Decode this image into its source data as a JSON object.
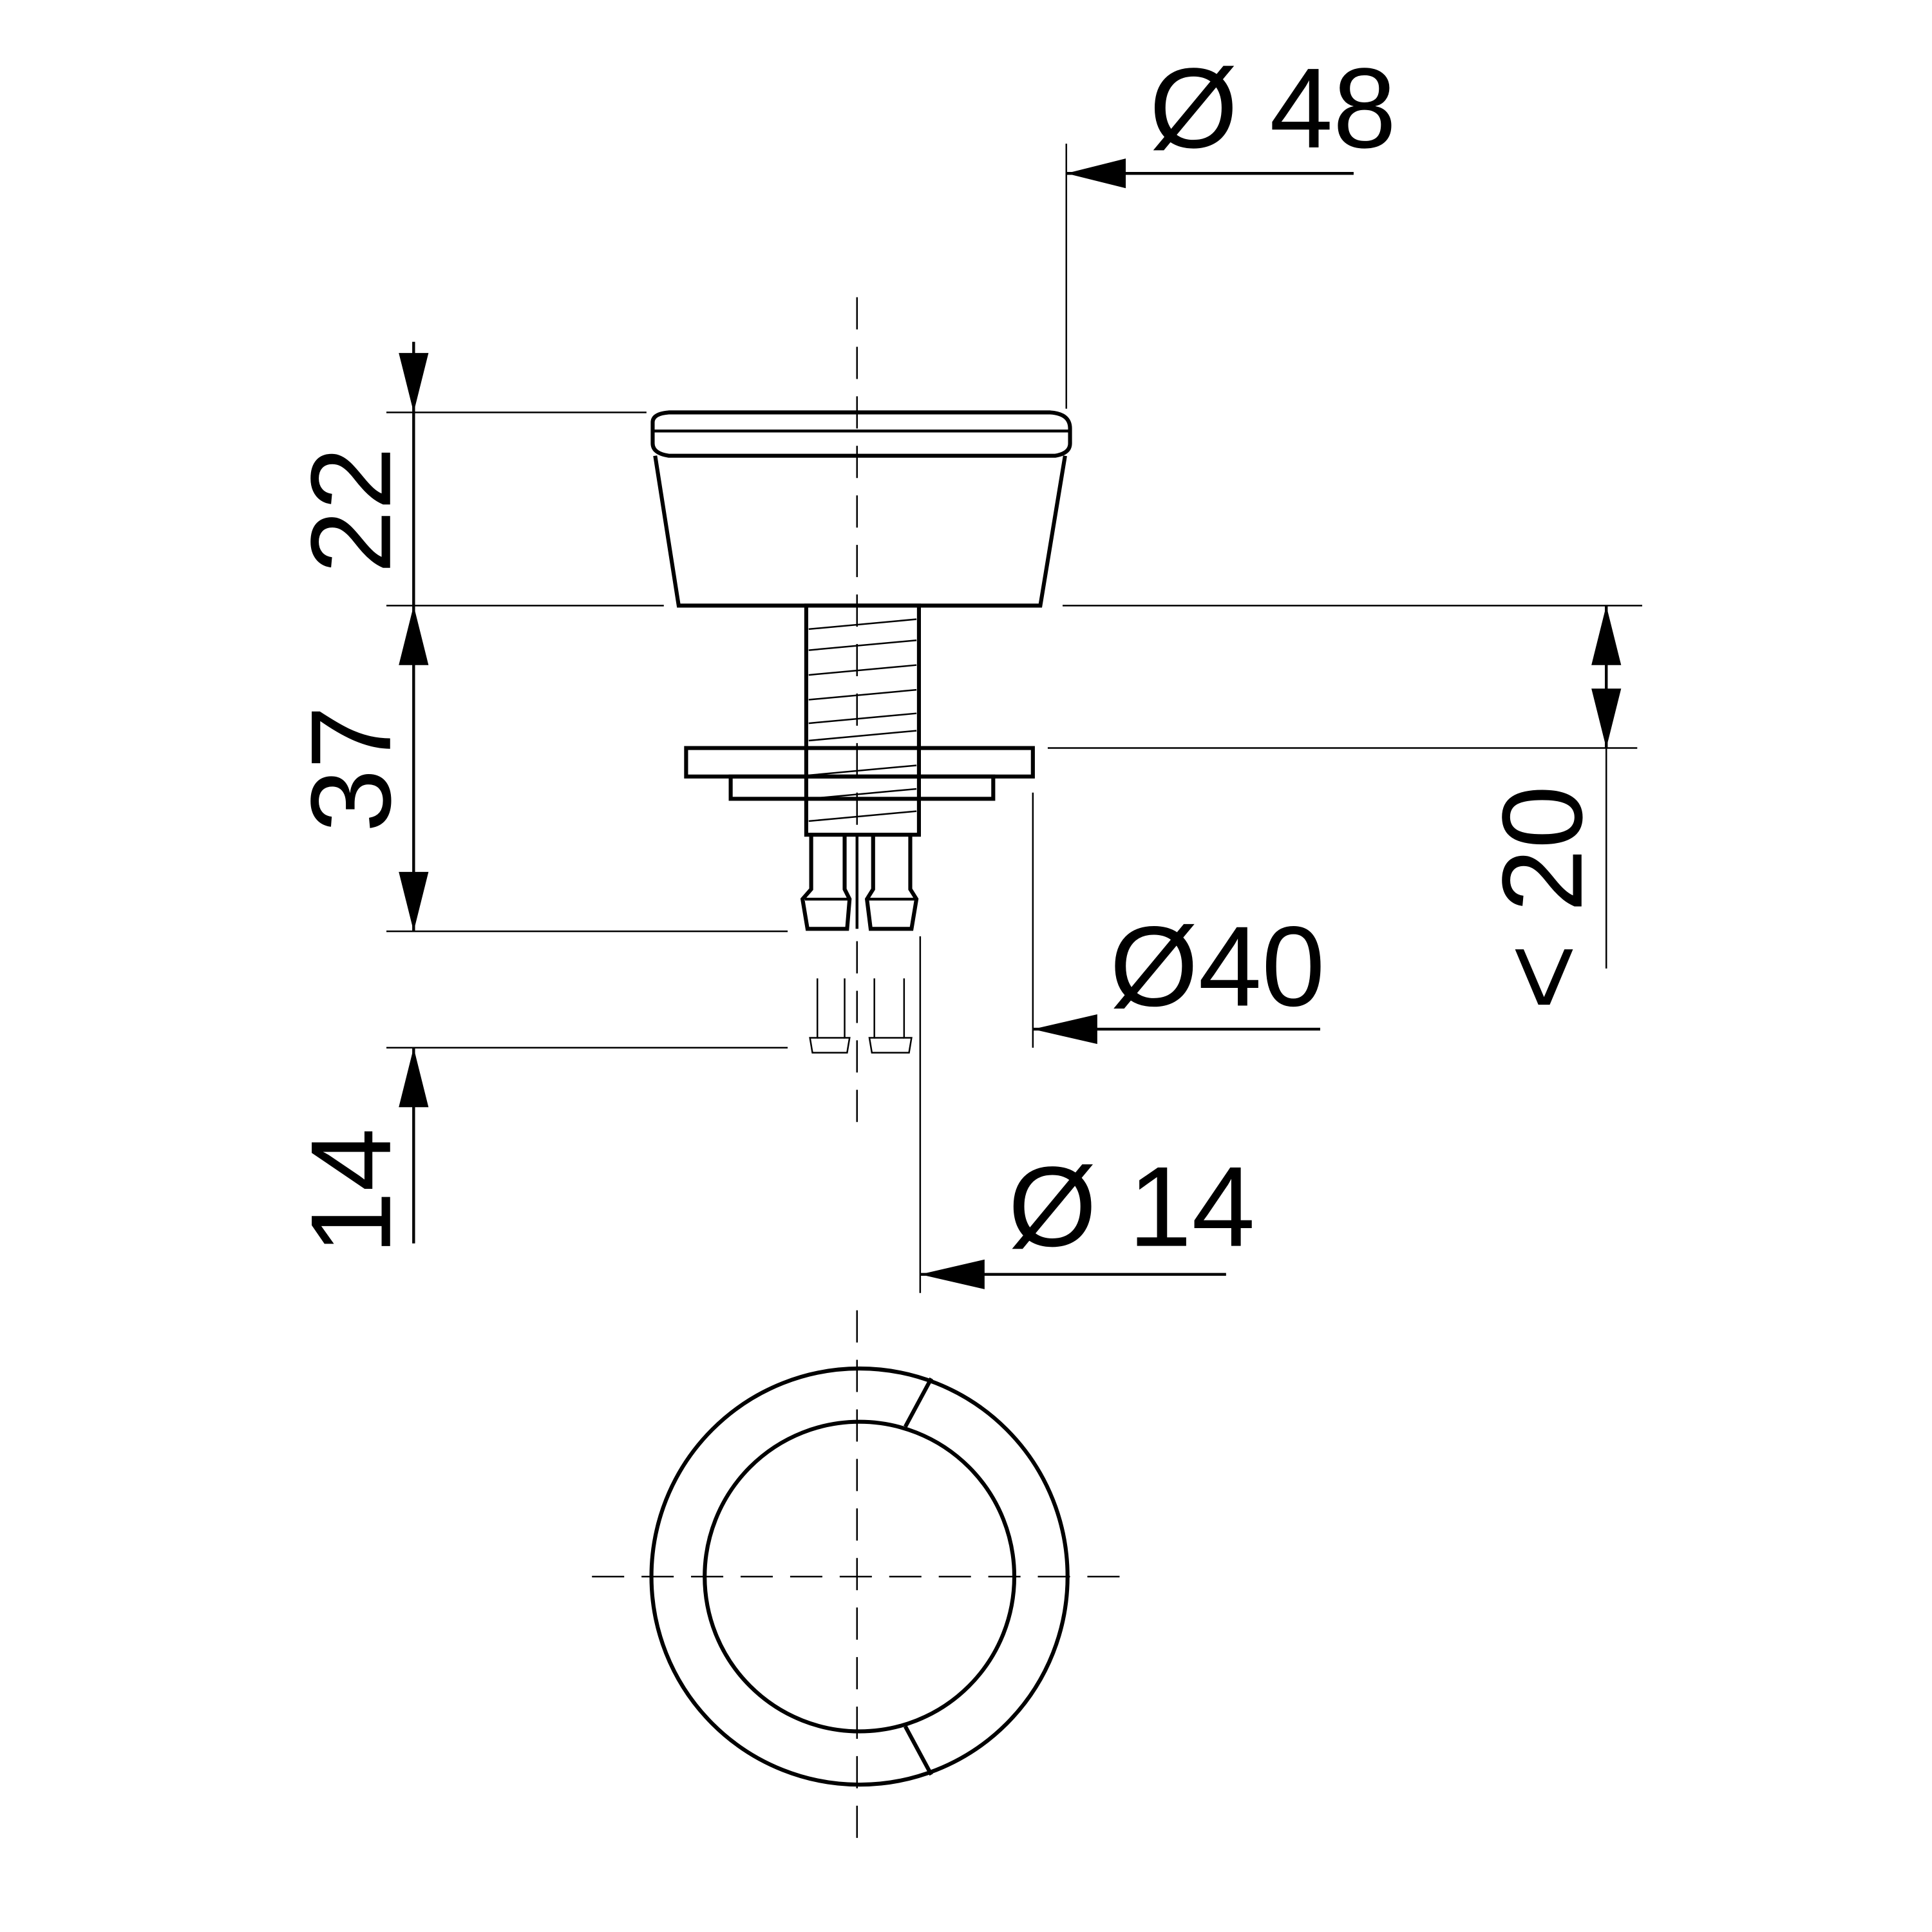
{
  "drawing": {
    "colors": {
      "line": "#000000",
      "background": "#ffffff"
    },
    "dimensions": {
      "cap_height": "22",
      "stem_length": "37",
      "hose_length": "14",
      "cap_diameter": "Ø 48",
      "flange_diameter": "Ø40",
      "hose_diameter": "Ø 14",
      "panel_thickness": "< 20"
    }
  }
}
